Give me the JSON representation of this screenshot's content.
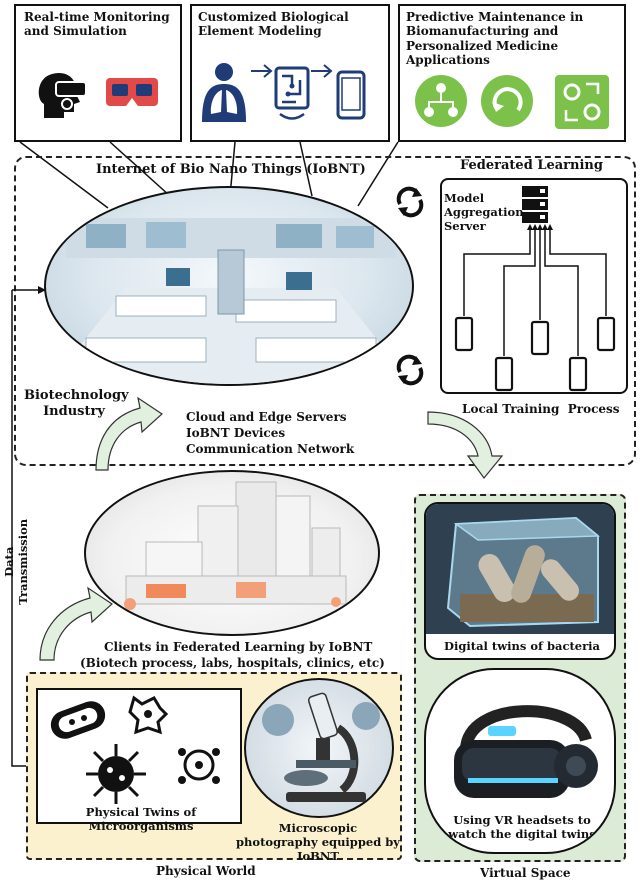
{
  "top_boxes": {
    "monitoring_title": "Real-time Monitoring and Simulation",
    "modeling_title": "Customized Biological Element Modeling",
    "maintenance_title": "Predictive Maintenance in Biomanufacturing and Personalized Medicine Applications"
  },
  "iobnt": {
    "title": "Internet of Bio Nano Things (IoBNT)",
    "industry_label": "Biotechnology Industry",
    "cloud_line1": "Cloud and Edge Servers",
    "cloud_line2": "IoBNT Devices",
    "cloud_line3": "Communication Network"
  },
  "federated": {
    "title": "Federated Learning",
    "server_label": "Model Aggregation Server",
    "local_training": "Local Training  Process"
  },
  "side": {
    "data_transmission": "Data Transmission"
  },
  "clients": {
    "caption_line1": "Clients in Federated Learning by IoBNT",
    "caption_line2": "(Biotech process, labs, hospitals, clinics, etc)"
  },
  "physical": {
    "microorganisms_caption": "Physical Twins of Microorganisms",
    "microscope_caption": "Microscopic photography equipped by IoBNT",
    "world_label": "Physical World"
  },
  "virtual": {
    "bacteria_caption": "Digital twins of bacteria",
    "vr_caption": "Using VR headsets to watch the digital twins",
    "space_label": "Virtual Space"
  },
  "colors": {
    "physical_bg": "#fbf1cf",
    "virtual_bg": "#dcebd6",
    "icon_green": "#7cc24a",
    "icon_red": "#e24a4a",
    "icon_blue": "#1f3b78",
    "arrow_green": "#e2f0df"
  }
}
